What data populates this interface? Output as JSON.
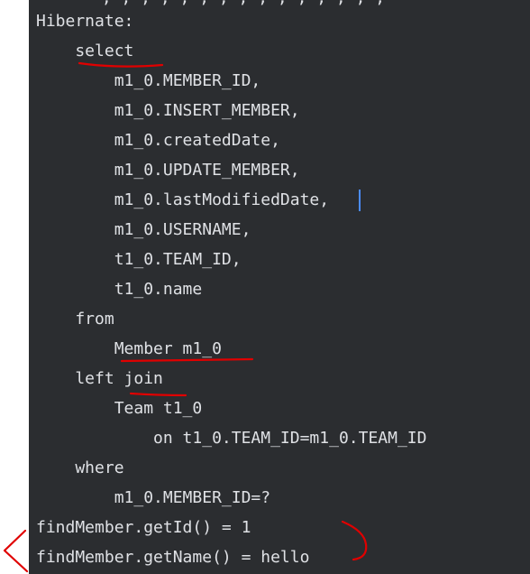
{
  "console": {
    "top_fragment": "',',',',',',',',',',',',',',',",
    "lines": [
      "Hibernate:",
      "    select",
      "        m1_0.MEMBER_ID,",
      "        m1_0.INSERT_MEMBER,",
      "        m1_0.createdDate,",
      "        m1_0.UPDATE_MEMBER,",
      "        m1_0.lastModifiedDate,",
      "        m1_0.USERNAME,",
      "        t1_0.TEAM_ID,",
      "        t1_0.name",
      "    from",
      "        Member m1_0",
      "    left join",
      "        Team t1_0",
      "            on t1_0.TEAM_ID=m1_0.TEAM_ID",
      "    where",
      "        m1_0.MEMBER_ID=?",
      "findMember.getId() = 1",
      "findMember.getName() = hello"
    ]
  },
  "colors": {
    "console_bg": "#2b2d30",
    "text": "#dfe1e5",
    "annotation": "#e00000",
    "caret": "#4a8cff"
  }
}
